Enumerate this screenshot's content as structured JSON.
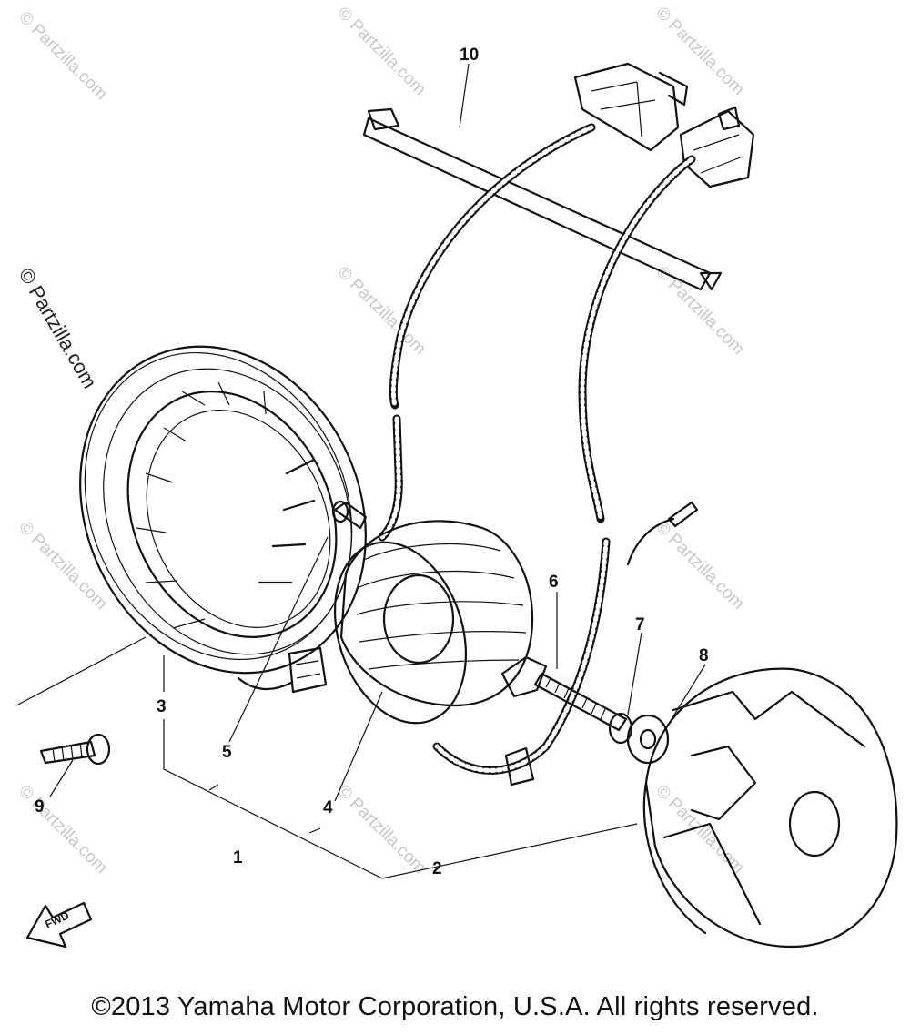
{
  "diagram": {
    "part_labels": {
      "p1": "1",
      "p2": "2",
      "p3": "3",
      "p4": "4",
      "p5": "5",
      "p6": "6",
      "p7": "7",
      "p8": "8",
      "p9": "9",
      "p10": "10"
    },
    "fwd_label": "FWD",
    "watermark": "© Partzilla.com"
  },
  "footer": {
    "copyright": "©2013 Yamaha Motor Corporation, U.S.A. All rights reserved."
  }
}
